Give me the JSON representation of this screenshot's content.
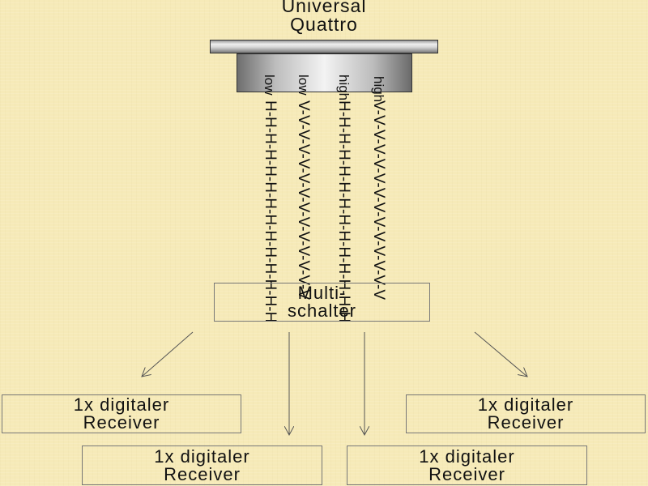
{
  "lnb": {
    "title_line1": "Universal",
    "title_line2": "Quattro",
    "ports": [
      "low",
      "low",
      "high",
      "high"
    ]
  },
  "cables": [
    "H-H-H-H-H-H-H-H-H-H-H-H-H-H",
    "V-V-V-V-V-V-V-V-V-V-V-V-V-V",
    "H-H-H-H-H-H-H-H-H-H-H-H-H-H",
    "V-V-V-V-V-V-V-V-V-V-V-V-V-V"
  ],
  "multiswitch": {
    "line1": "Multi-",
    "line2": "schalter"
  },
  "receivers": [
    {
      "line1": "1x digitaler",
      "line2": "Receiver"
    },
    {
      "line1": "1x digitaler",
      "line2": "Receiver"
    },
    {
      "line1": "1x digitaler",
      "line2": "Receiver"
    },
    {
      "line1": "1x digitaler",
      "line2": "Receiver"
    }
  ],
  "colors": {
    "background": "#f6eab8",
    "box_border": "#777777",
    "arrow": "#555555",
    "text": "#111111"
  }
}
